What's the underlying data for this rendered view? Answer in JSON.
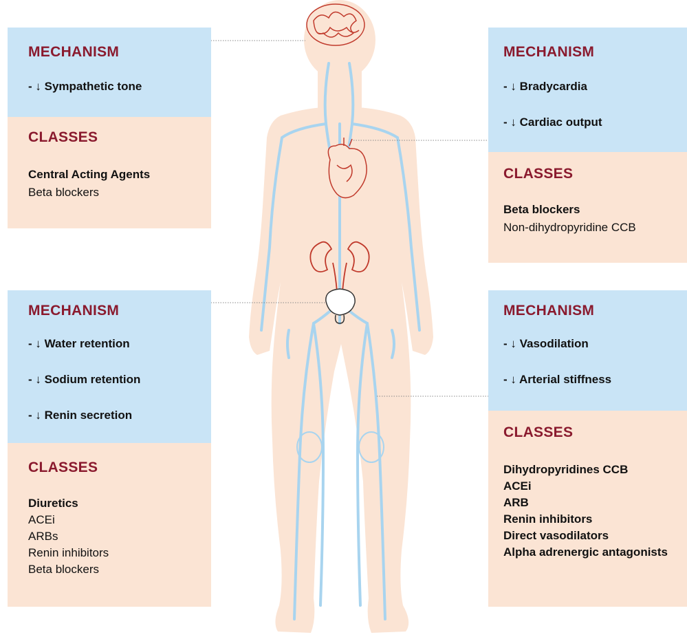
{
  "colors": {
    "mechanism_bg": "#c9e4f6",
    "classes_bg": "#fbe4d4",
    "heading": "#8a1a2e",
    "body_fill": "#fbe4d4",
    "vessel": "#a8d4ef",
    "organ": "#c0392b"
  },
  "panels": [
    {
      "id": "top-left",
      "organ": "brain",
      "mechanism_title": "MECHANISM",
      "mechanisms": [
        {
          "prefix": "- ",
          "arrow": "↓",
          "text": "Sympathetic tone"
        }
      ],
      "classes_title": "CLASSES",
      "classes": [
        {
          "text": "Central Acting Agents",
          "bold": true
        },
        {
          "text": "Beta blockers",
          "bold": false
        }
      ]
    },
    {
      "id": "top-right",
      "organ": "heart",
      "mechanism_title": "MECHANISM",
      "mechanisms": [
        {
          "prefix": "- ",
          "arrow": "↓",
          "text": "Bradycardia"
        },
        {
          "prefix": "- ",
          "arrow": "↓",
          "text": "Cardiac output"
        }
      ],
      "classes_title": "CLASSES",
      "classes": [
        {
          "text": "Beta blockers",
          "bold": true
        },
        {
          "text": "Non-dihydropyridine CCB",
          "bold": false
        }
      ]
    },
    {
      "id": "bottom-left",
      "organ": "kidneys",
      "mechanism_title": "MECHANISM",
      "mechanisms": [
        {
          "prefix": "- ",
          "arrow": "↓",
          "text": "Water retention"
        },
        {
          "prefix": "- ",
          "arrow": "↓",
          "text": "Sodium retention"
        },
        {
          "prefix": "- ",
          "arrow": "↓",
          "text": "Renin secretion"
        }
      ],
      "classes_title": "CLASSES",
      "classes": [
        {
          "text": "Diuretics",
          "bold": true
        },
        {
          "text": "ACEi",
          "bold": false
        },
        {
          "text": "ARBs",
          "bold": false
        },
        {
          "text": "Renin inhibitors",
          "bold": false
        },
        {
          "text": "Beta blockers",
          "bold": false
        }
      ]
    },
    {
      "id": "bottom-right",
      "organ": "blood-vessels",
      "mechanism_title": "MECHANISM",
      "mechanisms": [
        {
          "prefix": "- ",
          "arrow": "↓",
          "text": "Vasodilation"
        },
        {
          "prefix": "- ",
          "arrow": "↓",
          "text": "Arterial stiffness"
        }
      ],
      "classes_title": "CLASSES",
      "classes": [
        {
          "text": "Dihydropyridines CCB",
          "bold": true
        },
        {
          "text": "ACEi",
          "bold": true
        },
        {
          "text": "ARB",
          "bold": true
        },
        {
          "text": "Renin inhibitors",
          "bold": true
        },
        {
          "text": "Direct vasodilators",
          "bold": true
        },
        {
          "text": "Alpha adrenergic antagonists",
          "bold": true
        }
      ]
    }
  ]
}
